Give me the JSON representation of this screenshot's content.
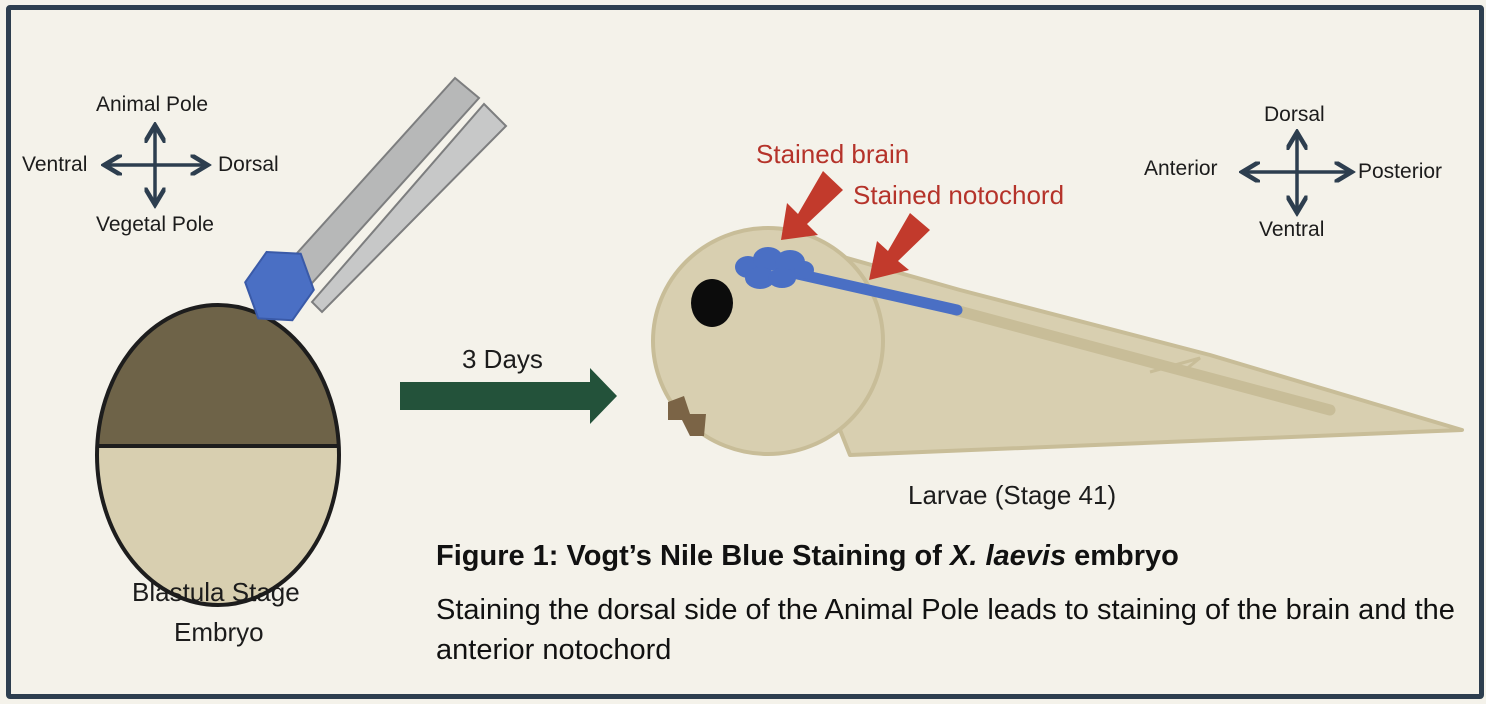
{
  "left_compass": {
    "up": "Animal Pole",
    "left": "Ventral",
    "right": "Dorsal",
    "down": "Vegetal Pole"
  },
  "right_compass": {
    "up": "Dorsal",
    "left": "Anterior",
    "right": "Posterior",
    "down": "Ventral"
  },
  "embryo_label_line1": "Blastula Stage",
  "embryo_label_line2": "Embryo",
  "arrow_label": "3 Days",
  "larva_label": "Larvae (Stage 41)",
  "annotation_brain": "Stained brain",
  "annotation_notochord": "Stained notochord",
  "figure": {
    "title_prefix": "Figure 1: Vogt’s Nile Blue Staining of ",
    "title_species": "X. laevis",
    "title_suffix": " embryo",
    "caption": "Staining the dorsal side of the Animal Pole leads to staining of the brain and the anterior notochord"
  },
  "colors": {
    "frame": "#2d3e4f",
    "stain_blue": "#4a6fc4",
    "animal_half": "#6e6348",
    "vegetal_half": "#d8cfb0",
    "larva_body": "#d8cfb0",
    "arrow_green": "#23523a",
    "annotation_red": "#c23a2c"
  }
}
